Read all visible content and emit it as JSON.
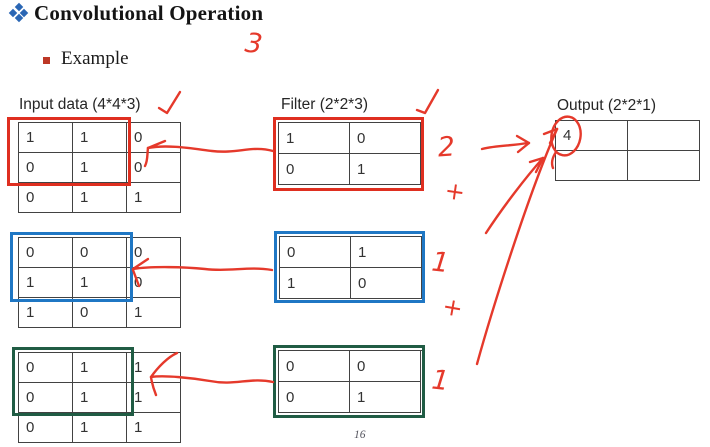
{
  "slide": {
    "title": "Convolutional Operation",
    "title_bullet_icon": "four-diamonds",
    "subtitle": "Example",
    "subtitle_bullet_icon": "red-square",
    "page_number": "16"
  },
  "labels": {
    "input": "Input data (4*4*3)",
    "filter": "Filter (2*2*3)",
    "output": "Output (2*2*1)"
  },
  "matrices": {
    "inputs": [
      {
        "channel": "red",
        "values": [
          [
            "1",
            "1",
            "0"
          ],
          [
            "0",
            "1",
            "0"
          ],
          [
            "0",
            "1",
            "1"
          ]
        ]
      },
      {
        "channel": "blue",
        "values": [
          [
            "0",
            "0",
            "0"
          ],
          [
            "1",
            "1",
            "0"
          ],
          [
            "1",
            "0",
            "1"
          ]
        ]
      },
      {
        "channel": "green",
        "values": [
          [
            "0",
            "1",
            "1"
          ],
          [
            "0",
            "1",
            "1"
          ],
          [
            "0",
            "1",
            "1"
          ]
        ]
      }
    ],
    "filters": [
      {
        "channel": "red",
        "values": [
          [
            "1",
            "0"
          ],
          [
            "0",
            "1"
          ]
        ]
      },
      {
        "channel": "blue",
        "values": [
          [
            "0",
            "1"
          ],
          [
            "1",
            "0"
          ]
        ]
      },
      {
        "channel": "green",
        "values": [
          [
            "0",
            "0"
          ],
          [
            "0",
            "1"
          ]
        ]
      }
    ],
    "output": {
      "values": [
        [
          "4",
          ""
        ],
        [
          "",
          ""
        ]
      ]
    }
  },
  "annotations": {
    "top_number": "3",
    "input_label_checkmark": "check-icon",
    "filter_label_checkmark": "check-icon",
    "row_results": [
      "2",
      "1",
      "1"
    ],
    "plus_signs": [
      "+",
      "+"
    ],
    "circled_output_value": "4"
  },
  "colors": {
    "annotation_red": "#e5392b",
    "highlight_red": "#df2f20",
    "highlight_blue": "#1f77c4",
    "highlight_green": "#205c44",
    "bullet_blue": "#2a66b4",
    "bullet_red": "#bd3726",
    "table_border": "#424242"
  }
}
